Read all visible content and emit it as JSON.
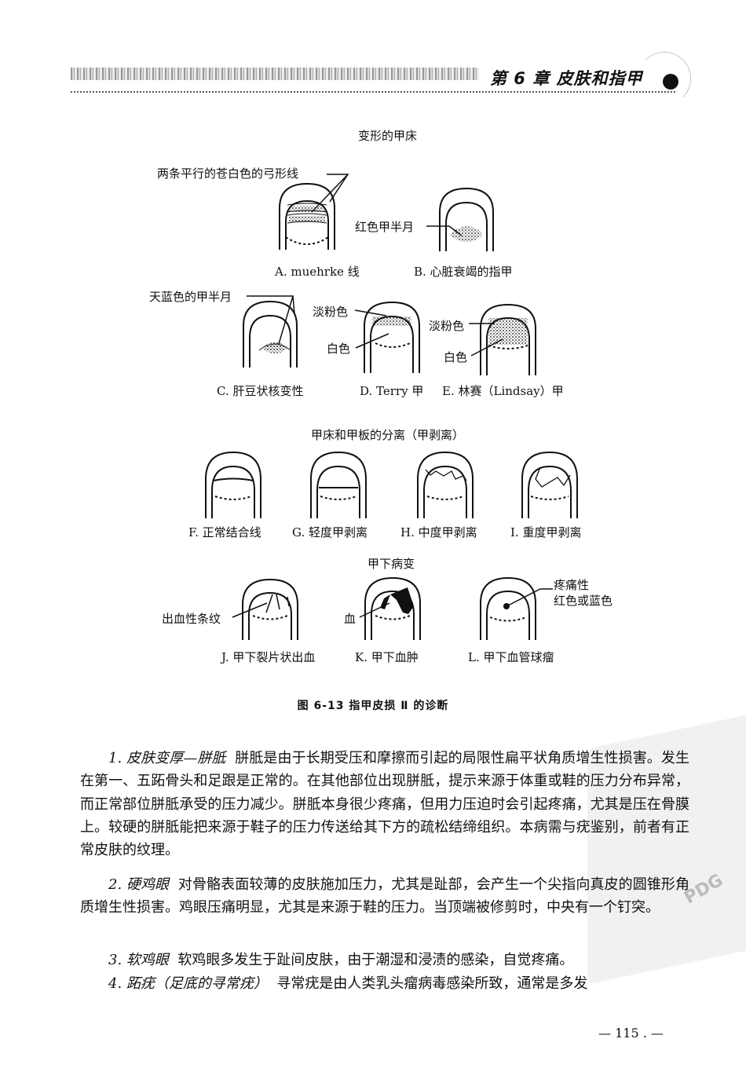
{
  "header": {
    "chapter_title": "第 6 章  皮肤和指甲"
  },
  "figure": {
    "section_titles": {
      "deformed_bed": "变形的甲床",
      "separation": "甲床和甲板的分离（甲剥离）",
      "subungual": "甲下病变"
    },
    "annotations": {
      "parallel_lines": "两条平行的苍白色的弓形线",
      "red_lunula": "红色甲半月",
      "sky_blue_lunula": "天蓝色的甲半月",
      "pale_pink_d": "淡粉色",
      "white_d": "白色",
      "pale_pink_e": "淡粉色",
      "white_e": "白色",
      "hemorrhage_streak": "出血性条纹",
      "blood": "血",
      "painful": "疼痛性",
      "red_or_blue": "红色或蓝色"
    },
    "nail_labels": {
      "a": "A. muehrke 线",
      "b": "B. 心脏衰竭的指甲",
      "c": "C. 肝豆状核变性",
      "d": "D. Terry 甲",
      "e": "E. 林赛（Lindsay）甲",
      "f": "F. 正常结合线",
      "g": "G. 轻度甲剥离",
      "h": "H. 中度甲剥离",
      "i": "I. 重度甲剥离",
      "j": "J. 甲下裂片状出血",
      "k": "K. 甲下血肿",
      "l": "L. 甲下血管球瘤"
    },
    "caption": "图 6-13   指甲皮损 Ⅱ 的诊断"
  },
  "body": {
    "p1_head": "1. 皮肤变厚—胼胝",
    "p1_text": "胼胝是由于长期受压和摩擦而引起的局限性扁平状角质增生性损害。发生在第一、五跖骨头和足跟是正常的。在其他部位出现胼胝，提示来源于体重或鞋的压力分布异常，而正常部位胼胝承受的压力减少。胼胝本身很少疼痛，但用力压迫时会引起疼痛，尤其是压在骨膜上。较硬的胼胝能把来源于鞋子的压力传送给其下方的疏松结缔组织。本病需与疣鉴别，前者有正常皮肤的纹理。",
    "p2_head": "2. 硬鸡眼",
    "p2_text": "对骨骼表面较薄的皮肤施加压力，尤其是趾部，会产生一个尖指向真皮的圆锥形角质增生性损害。鸡眼压痛明显，尤其是来源于鞋的压力。当顶端被修剪时，中央有一个钉突。",
    "p3_head": "3. 软鸡眼",
    "p3_text": "软鸡眼多发生于趾间皮肤，由于潮湿和浸渍的感染，自觉疼痛。",
    "p4_head": "4. 跖疣（足底的寻常疣）",
    "p4_text": "寻常疣是由人类乳头瘤病毒感染所致，通常是多发"
  },
  "footer": {
    "page_number": "— 115 . —"
  },
  "watermark": {
    "text": "PDG"
  }
}
